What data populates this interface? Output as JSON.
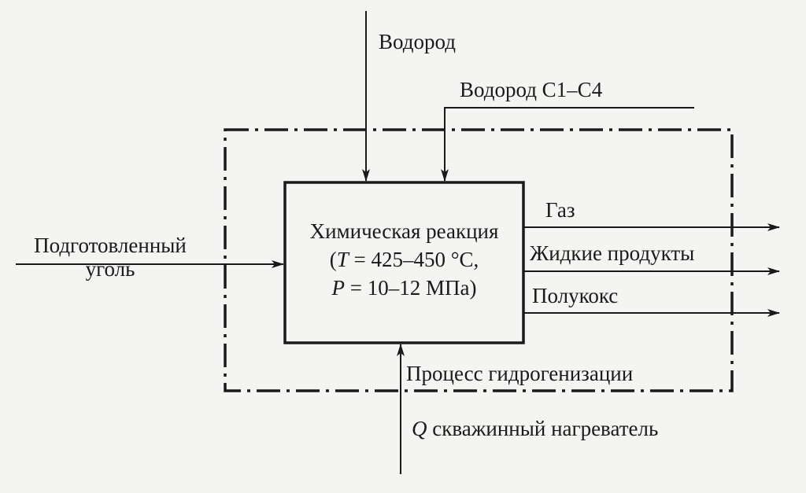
{
  "inputs": {
    "top": "Водород",
    "top_secondary": "Водород С1–С4",
    "left_line1": "Подготовленный",
    "left_line2": "уголь",
    "bottom_var": "Q",
    "bottom_rest": " скважинный нагреватель"
  },
  "outputs": [
    "Газ",
    "Жидкие продукты",
    "Полукокс"
  ],
  "process_box": {
    "title": "Химическая реакция",
    "t_open": "(",
    "t_var": "T",
    "t_value": " = 425–450 °С,",
    "p_var": "P",
    "p_value": " = 10–12 МПа)"
  },
  "boundary_label": "Процесс гидрогенизации",
  "colors": {
    "ink": "#1a1a1a",
    "paper": "#f4f4f2"
  }
}
